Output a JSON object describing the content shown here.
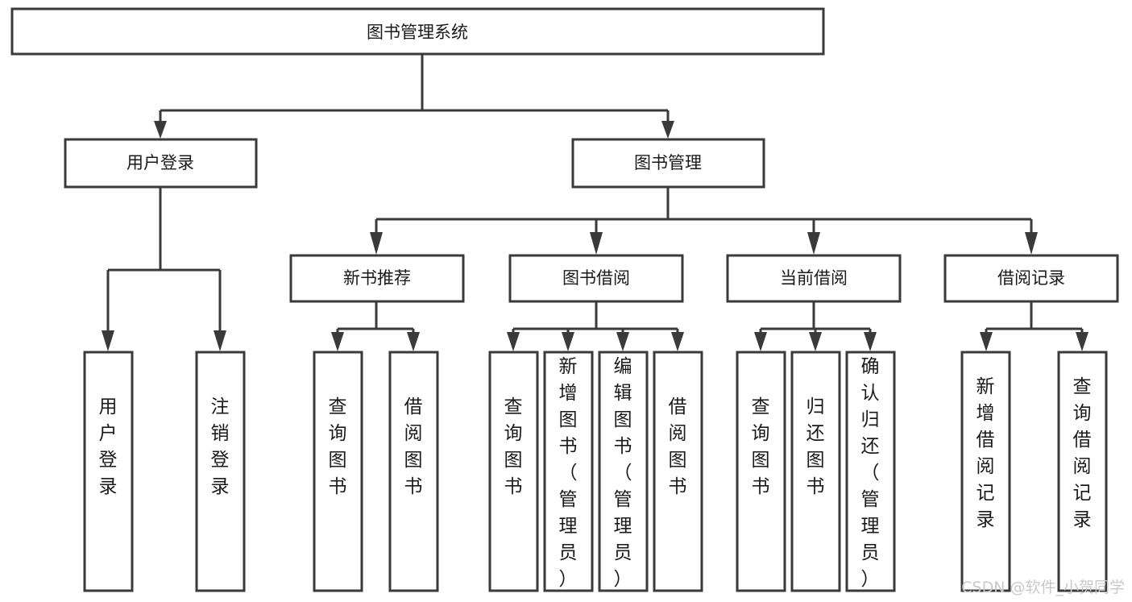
{
  "diagram": {
    "type": "tree",
    "title": "图书管理系统",
    "root": {
      "id": "root",
      "label": "图书管理系统"
    },
    "level1": [
      {
        "id": "user-login",
        "label": "用户登录"
      },
      {
        "id": "book-manage",
        "label": "图书管理"
      }
    ],
    "level2": [
      {
        "id": "new-book-recommend",
        "label": "新书推荐",
        "parent": "book-manage"
      },
      {
        "id": "book-borrow",
        "label": "图书借阅",
        "parent": "book-manage"
      },
      {
        "id": "current-borrow",
        "label": "当前借阅",
        "parent": "book-manage"
      },
      {
        "id": "borrow-record",
        "label": "借阅记录",
        "parent": "book-manage"
      }
    ],
    "leaves": {
      "user-login": [
        {
          "id": "leaf-user-login",
          "label": "用户登录"
        },
        {
          "id": "leaf-user-logout",
          "label": "注销登录"
        }
      ],
      "new-book-recommend": [
        {
          "id": "leaf-query-book-1",
          "label": "查询图书"
        },
        {
          "id": "leaf-borrow-book-1",
          "label": "借阅图书"
        }
      ],
      "book-borrow": [
        {
          "id": "leaf-query-book-2",
          "label": "查询图书"
        },
        {
          "id": "leaf-add-book",
          "label": "新增图书（管理员）"
        },
        {
          "id": "leaf-edit-book",
          "label": "编辑图书（管理员）"
        },
        {
          "id": "leaf-borrow-book-2",
          "label": "借阅图书"
        }
      ],
      "current-borrow": [
        {
          "id": "leaf-query-book-3",
          "label": "查询图书"
        },
        {
          "id": "leaf-return-book",
          "label": "归还图书"
        },
        {
          "id": "leaf-confirm-return",
          "label": "确认归还（管理员）"
        }
      ],
      "borrow-record": [
        {
          "id": "leaf-add-record",
          "label": "新增借阅记录"
        },
        {
          "id": "leaf-query-record",
          "label": "查询借阅记录"
        }
      ]
    }
  },
  "watermark": {
    "text": "CSDN @软件_小贺同学"
  },
  "colors": {
    "stroke": "#3a3a3a",
    "fill": "#ffffff",
    "text": "#1a1a1a",
    "watermark": "#c9c9c9",
    "background": "#ffffff"
  }
}
